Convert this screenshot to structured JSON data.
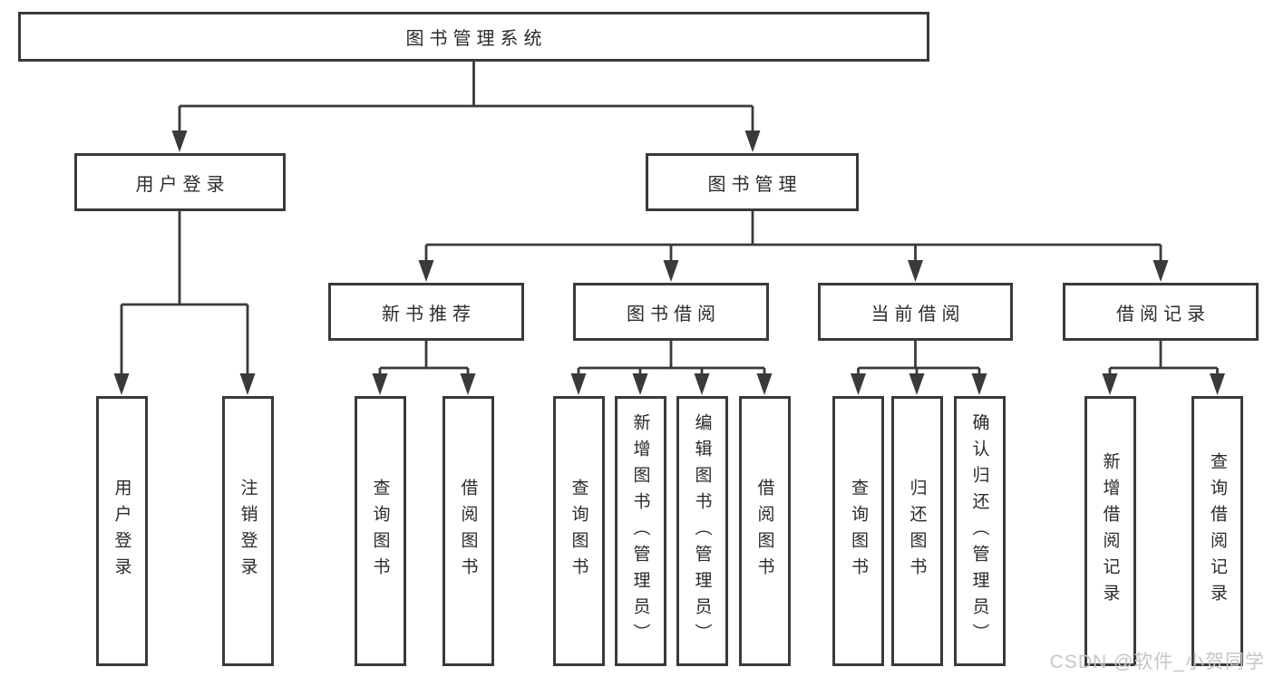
{
  "diagram": {
    "root": {
      "label": "图书管理系统"
    },
    "branches": {
      "user_login": {
        "label": "用户登录",
        "children": [
          {
            "label": "用户登录"
          },
          {
            "label": "注销登录"
          }
        ]
      },
      "book_management": {
        "label": "图书管理",
        "sections": {
          "new_book_recommend": {
            "label": "新书推荐",
            "children": [
              {
                "label": "查询图书"
              },
              {
                "label": "借阅图书"
              }
            ]
          },
          "book_borrow": {
            "label": "图书借阅",
            "children": [
              {
                "label": "查询图书"
              },
              {
                "label": "新增图书（管理员）"
              },
              {
                "label": "编辑图书（管理员）"
              },
              {
                "label": "借阅图书"
              }
            ]
          },
          "current_borrow": {
            "label": "当前借阅",
            "children": [
              {
                "label": "查询图书"
              },
              {
                "label": "归还图书"
              },
              {
                "label": "确认归还（管理员）"
              }
            ]
          },
          "borrow_records": {
            "label": "借阅记录",
            "children": [
              {
                "label": "新增借阅记录"
              },
              {
                "label": "查询借阅记录"
              }
            ]
          }
        }
      }
    }
  },
  "watermark": {
    "text": "CSDN @软件_小贺同学"
  },
  "colors": {
    "line": "#3a3a3a",
    "box_border": "#3a3a3a",
    "text": "#2b2b2b",
    "watermark": "#c6c6c6",
    "background": "#ffffff"
  }
}
